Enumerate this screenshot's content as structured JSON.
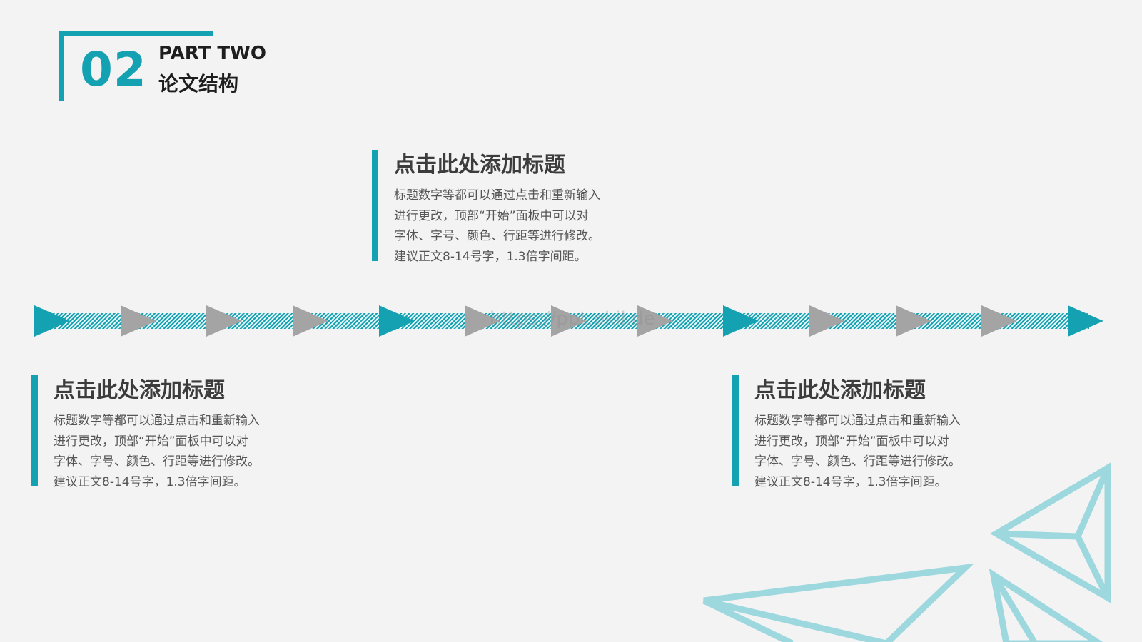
{
  "header": {
    "number": "02",
    "label": "PART TWO",
    "title": "论文结构"
  },
  "blocks": [
    {
      "title": "点击此处添加标题",
      "lines": [
        "标题数字等都可以通过点击和重新输入",
        "进行更改，顶部“开始”面板中可以对",
        "字体、字号、颜色、行距等进行修改。",
        "建议正文8-14号字，1.3倍字间距。"
      ]
    },
    {
      "title": "点击此处添加标题",
      "lines": [
        "标题数字等都可以通过点击和重新输入",
        "进行更改，顶部“开始”面板中可以对",
        "字体、字号、颜色、行距等进行修改。",
        "建议正文8-14号字，1.3倍字间距。"
      ]
    },
    {
      "title": "点击此处添加标题",
      "lines": [
        "标题数字等都可以通过点击和重新输入",
        "进行更改，顶部“开始”面板中可以对",
        "字体、字号、颜色、行距等进行修改。",
        "建议正文8-14号字，1.3倍字间距。"
      ]
    }
  ],
  "timeline": {
    "arrow_colors": [
      "teal",
      "gray",
      "gray",
      "gray",
      "teal",
      "gray",
      "gray",
      "gray",
      "teal",
      "gray",
      "gray",
      "gray",
      "teal"
    ]
  },
  "watermark": "https://ppt.pkil.de",
  "colors": {
    "accent": "#14a2b2",
    "arrow_gray": "#a4a4a4",
    "decoration": "#9dd8de"
  }
}
